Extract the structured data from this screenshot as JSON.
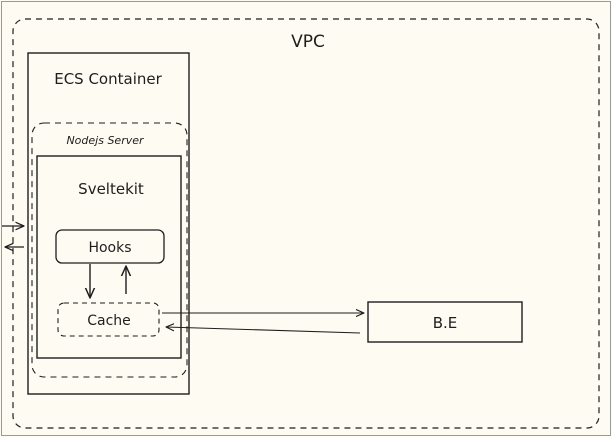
{
  "diagram": {
    "vpc_label": "VPC",
    "ecs_container_label": "ECS Container",
    "nodejs_server_label": "Nodejs Server",
    "sveltekit_label": "Sveltekit",
    "hooks_label": "Hooks",
    "cache_label": "Cache",
    "backend_label": "B.E"
  },
  "colors": {
    "background": "#fdfbf2",
    "stroke": "#1e1e1e",
    "frame": "#7a7a7a"
  }
}
